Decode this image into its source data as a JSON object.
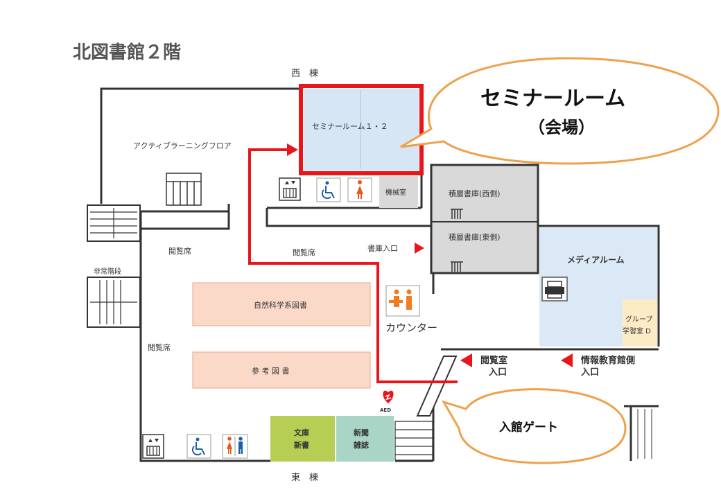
{
  "title": "北図書館２階",
  "wings": {
    "west": "西　棟",
    "east": "東　棟"
  },
  "rooms": {
    "seminar": "セミナールーム１・２",
    "active_learning": "アクティブラーニングフロア",
    "machine_room": "機械室",
    "stack_west": "積層書庫(西側)",
    "stack_east": "積層書庫(東側)",
    "media_room": "メディアルーム",
    "group_study_line1": "グループ",
    "group_study_line2": "学習室 D",
    "natural_science": "自然科学系図書",
    "reference": "参 考 図 書",
    "bunko_line1": "文庫",
    "bunko_line2": "新書",
    "newspaper_line1": "新聞",
    "newspaper_line2": "雑誌",
    "emergency_stairs": "非常階段"
  },
  "labels": {
    "reading_seat_1": "閲覧席",
    "reading_seat_2": "閲覧席",
    "reading_seat_3": "閲覧席",
    "stack_entrance": "書庫入口",
    "counter": "カウンター",
    "reading_room_entrance_line1": "閲覧室",
    "reading_room_entrance_line2": "入口",
    "info_wing_entrance_line1": "情報教育館側",
    "info_wing_entrance_line2": "入口",
    "aed": "AED"
  },
  "callouts": {
    "seminar_line1": "セミナールーム",
    "seminar_line2": "（会場）",
    "gate": "入館ゲート"
  },
  "colors": {
    "route": "#e8161b",
    "seminar_fill": "#d6e6f4",
    "media_fill": "#dbe8f6",
    "shelf_fill": "#fbd9c9",
    "stack_fill": "#d9d9d9",
    "bunko_fill": "#b5cf55",
    "newspaper_fill": "#a9d5c7",
    "callout_border": "#f0a04b",
    "arrow": "#e8161b"
  }
}
